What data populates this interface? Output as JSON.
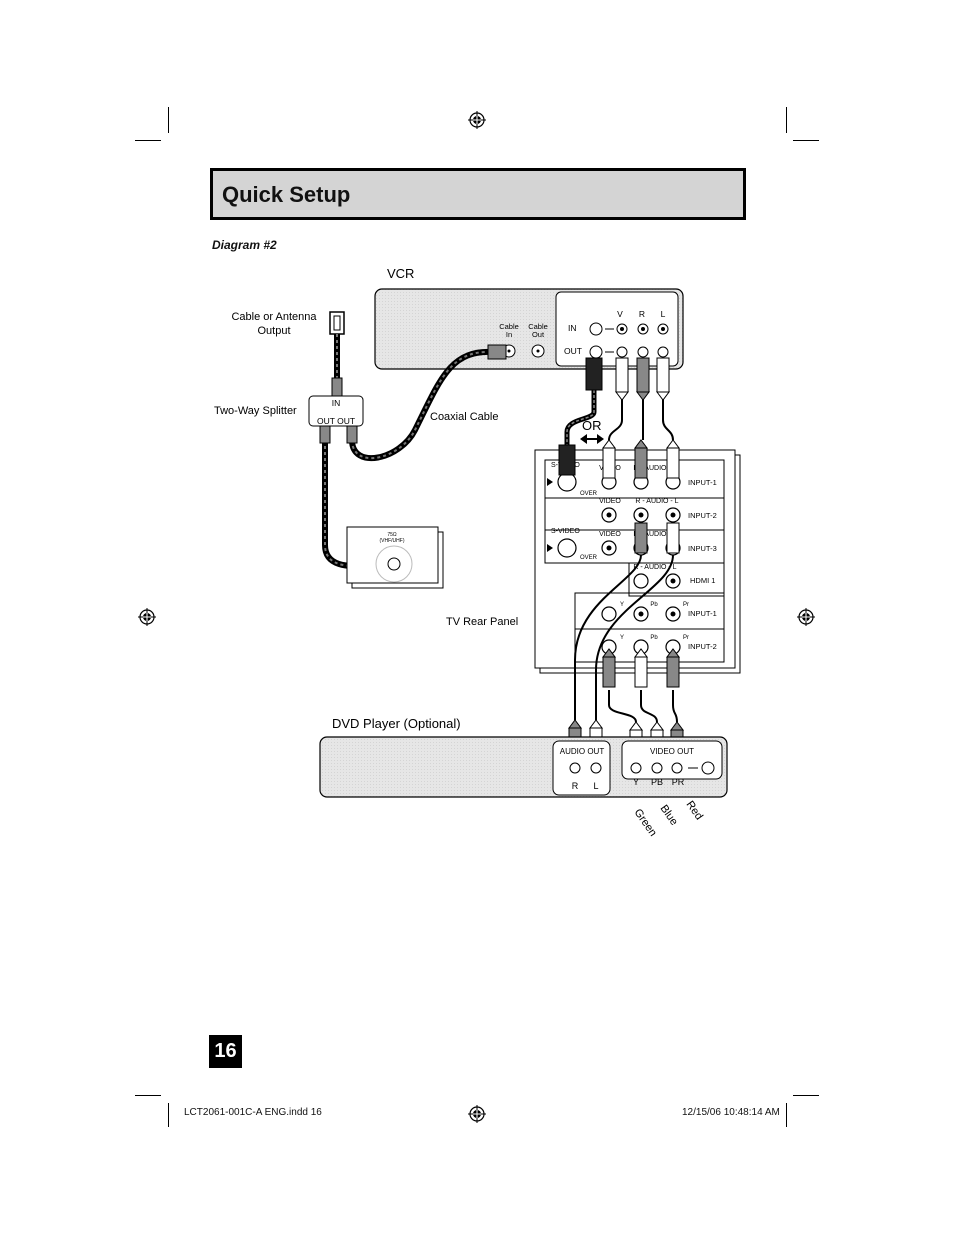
{
  "header": {
    "title": "Quick Setup"
  },
  "diagram": {
    "label": "Diagram #2",
    "vcr": {
      "title": "VCR",
      "cable_in": [
        "Cable",
        "In"
      ],
      "cable_out": [
        "Cable",
        "Out"
      ],
      "in_label": "IN",
      "out_label": "OUT",
      "v": "V",
      "r": "R",
      "l": "L"
    },
    "cable_source": [
      "Cable or Antenna",
      "Output"
    ],
    "splitter": {
      "label": "Two-Way Splitter",
      "in": "IN",
      "out": "OUT OUT"
    },
    "coaxial_label": "Coaxial Cable",
    "or_label": "OR",
    "antenna": {
      "ohm": "75Ω",
      "band": "(VHF/UHF)"
    },
    "tv": {
      "label": "TV Rear Panel",
      "rows": {
        "svideo": "S-VIDEO",
        "video": "VIDEO",
        "raudio": "R - AUDIO - L",
        "over": "OVER",
        "input1": "INPUT-1",
        "input2": "INPUT-2",
        "input3": "INPUT-3",
        "hdmi": "HDMI 1",
        "y": "Y",
        "pb": "Pb",
        "pr": "Pr",
        "comp1": "INPUT-1",
        "comp2": "INPUT-2"
      }
    },
    "dvd": {
      "title": "DVD Player (Optional)",
      "audio_out": "AUDIO OUT",
      "video_out": "VIDEO OUT",
      "r": "R",
      "l": "L",
      "y": "Y",
      "pb": "PB",
      "pr": "PR"
    },
    "colors": {
      "green": "Green",
      "blue": "Blue",
      "red": "Red"
    }
  },
  "page": {
    "number": "16"
  },
  "footer": {
    "file": "LCT2061-001C-A ENG.indd   16",
    "timestamp": "12/15/06   10:48:14 AM"
  }
}
